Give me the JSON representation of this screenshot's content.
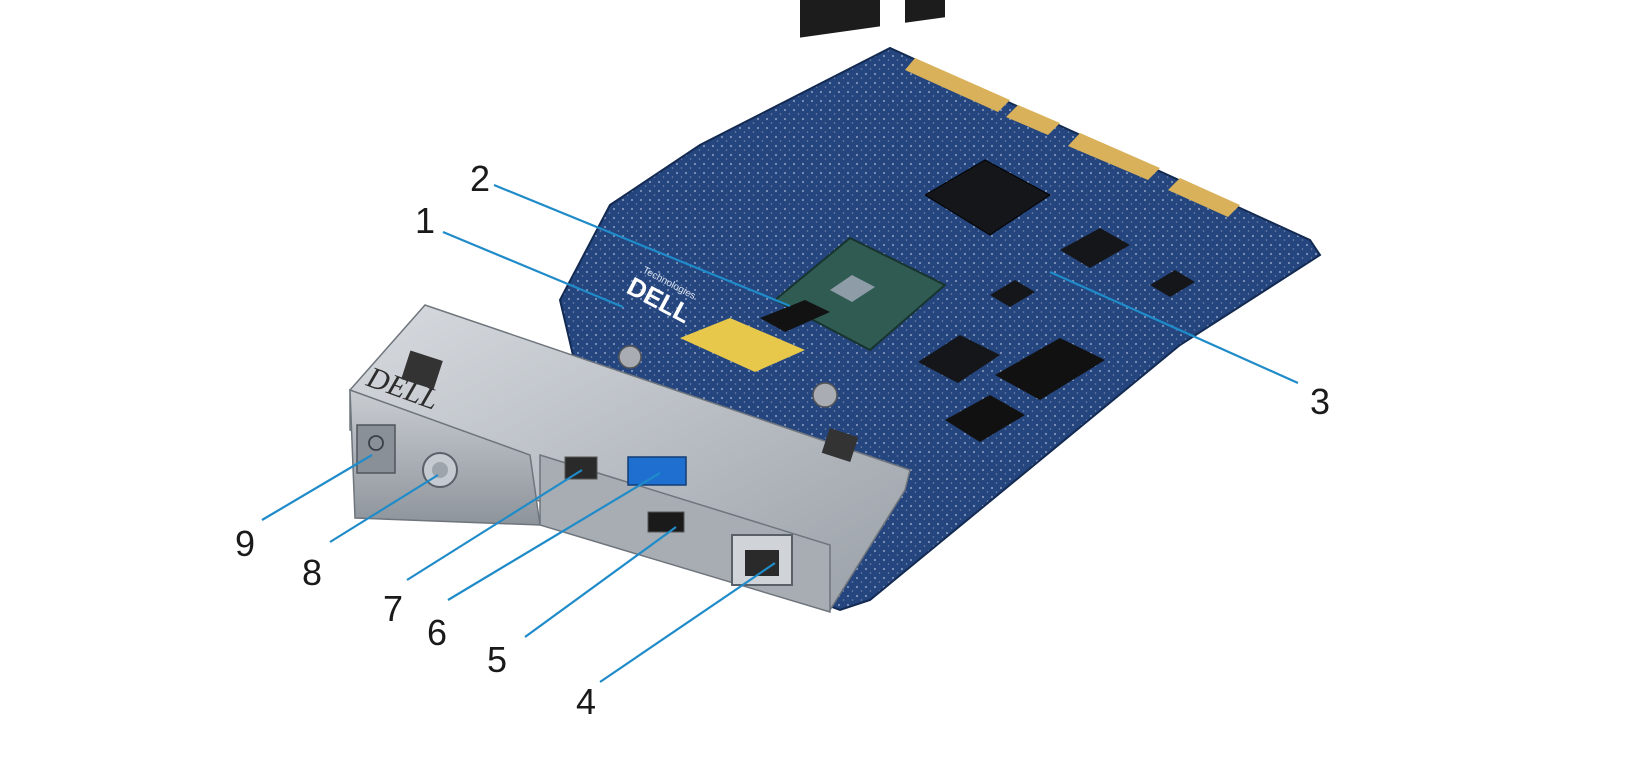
{
  "figure": {
    "callouts": [
      {
        "id": "1",
        "label": "1"
      },
      {
        "id": "2",
        "label": "2"
      },
      {
        "id": "3",
        "label": "3"
      },
      {
        "id": "4",
        "label": "4"
      },
      {
        "id": "5",
        "label": "5"
      },
      {
        "id": "6",
        "label": "6"
      },
      {
        "id": "7",
        "label": "7"
      },
      {
        "id": "8",
        "label": "8"
      },
      {
        "id": "9",
        "label": "9"
      }
    ],
    "bezel_logo": "DELL",
    "board_logo": "DELL",
    "board_subtext": "Technologies",
    "colors": {
      "pcb": "#25457e",
      "pcb_dark": "#1b3566",
      "gold_fingers": "#d9b15a",
      "bezel": "#b7bcc2",
      "leader": "#1f8bc9"
    }
  }
}
